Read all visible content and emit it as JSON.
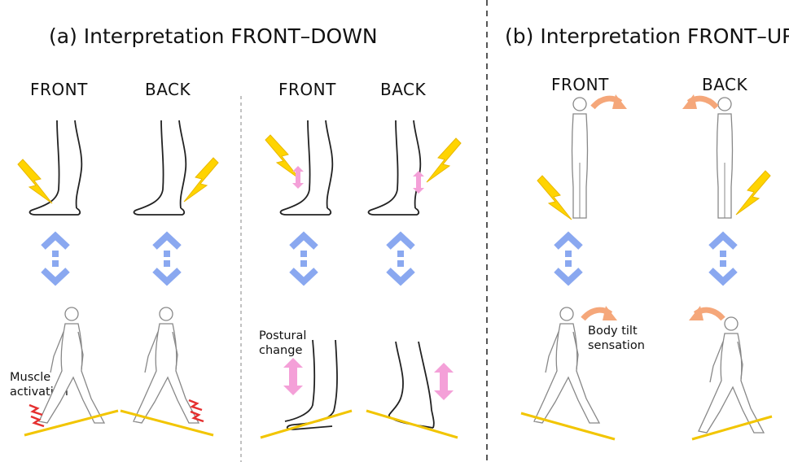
{
  "panel_a": {
    "title": "(a)  Interpretation FRONT–DOWN",
    "col1": {
      "front": "FRONT",
      "back": "BACK"
    },
    "col2": {
      "front": "FRONT",
      "back": "BACK"
    },
    "note_muscle": "Muscle\nactivation",
    "note_postural": "Postural\nchange"
  },
  "panel_b": {
    "title": "(b)  Interpretation FRONT–UP",
    "front": "FRONT",
    "back": "BACK",
    "note_tilt": "Body tilt\nsensation"
  },
  "colors": {
    "lightning": "#FFD400",
    "ground": "#F2C500",
    "arrow_blue": "#8AA8F0",
    "arrow_pink": "#F4A0D8",
    "arrow_orange": "#F5A77A",
    "activation": "#E53030",
    "outline": "#222222",
    "figure_outline": "#888888"
  }
}
